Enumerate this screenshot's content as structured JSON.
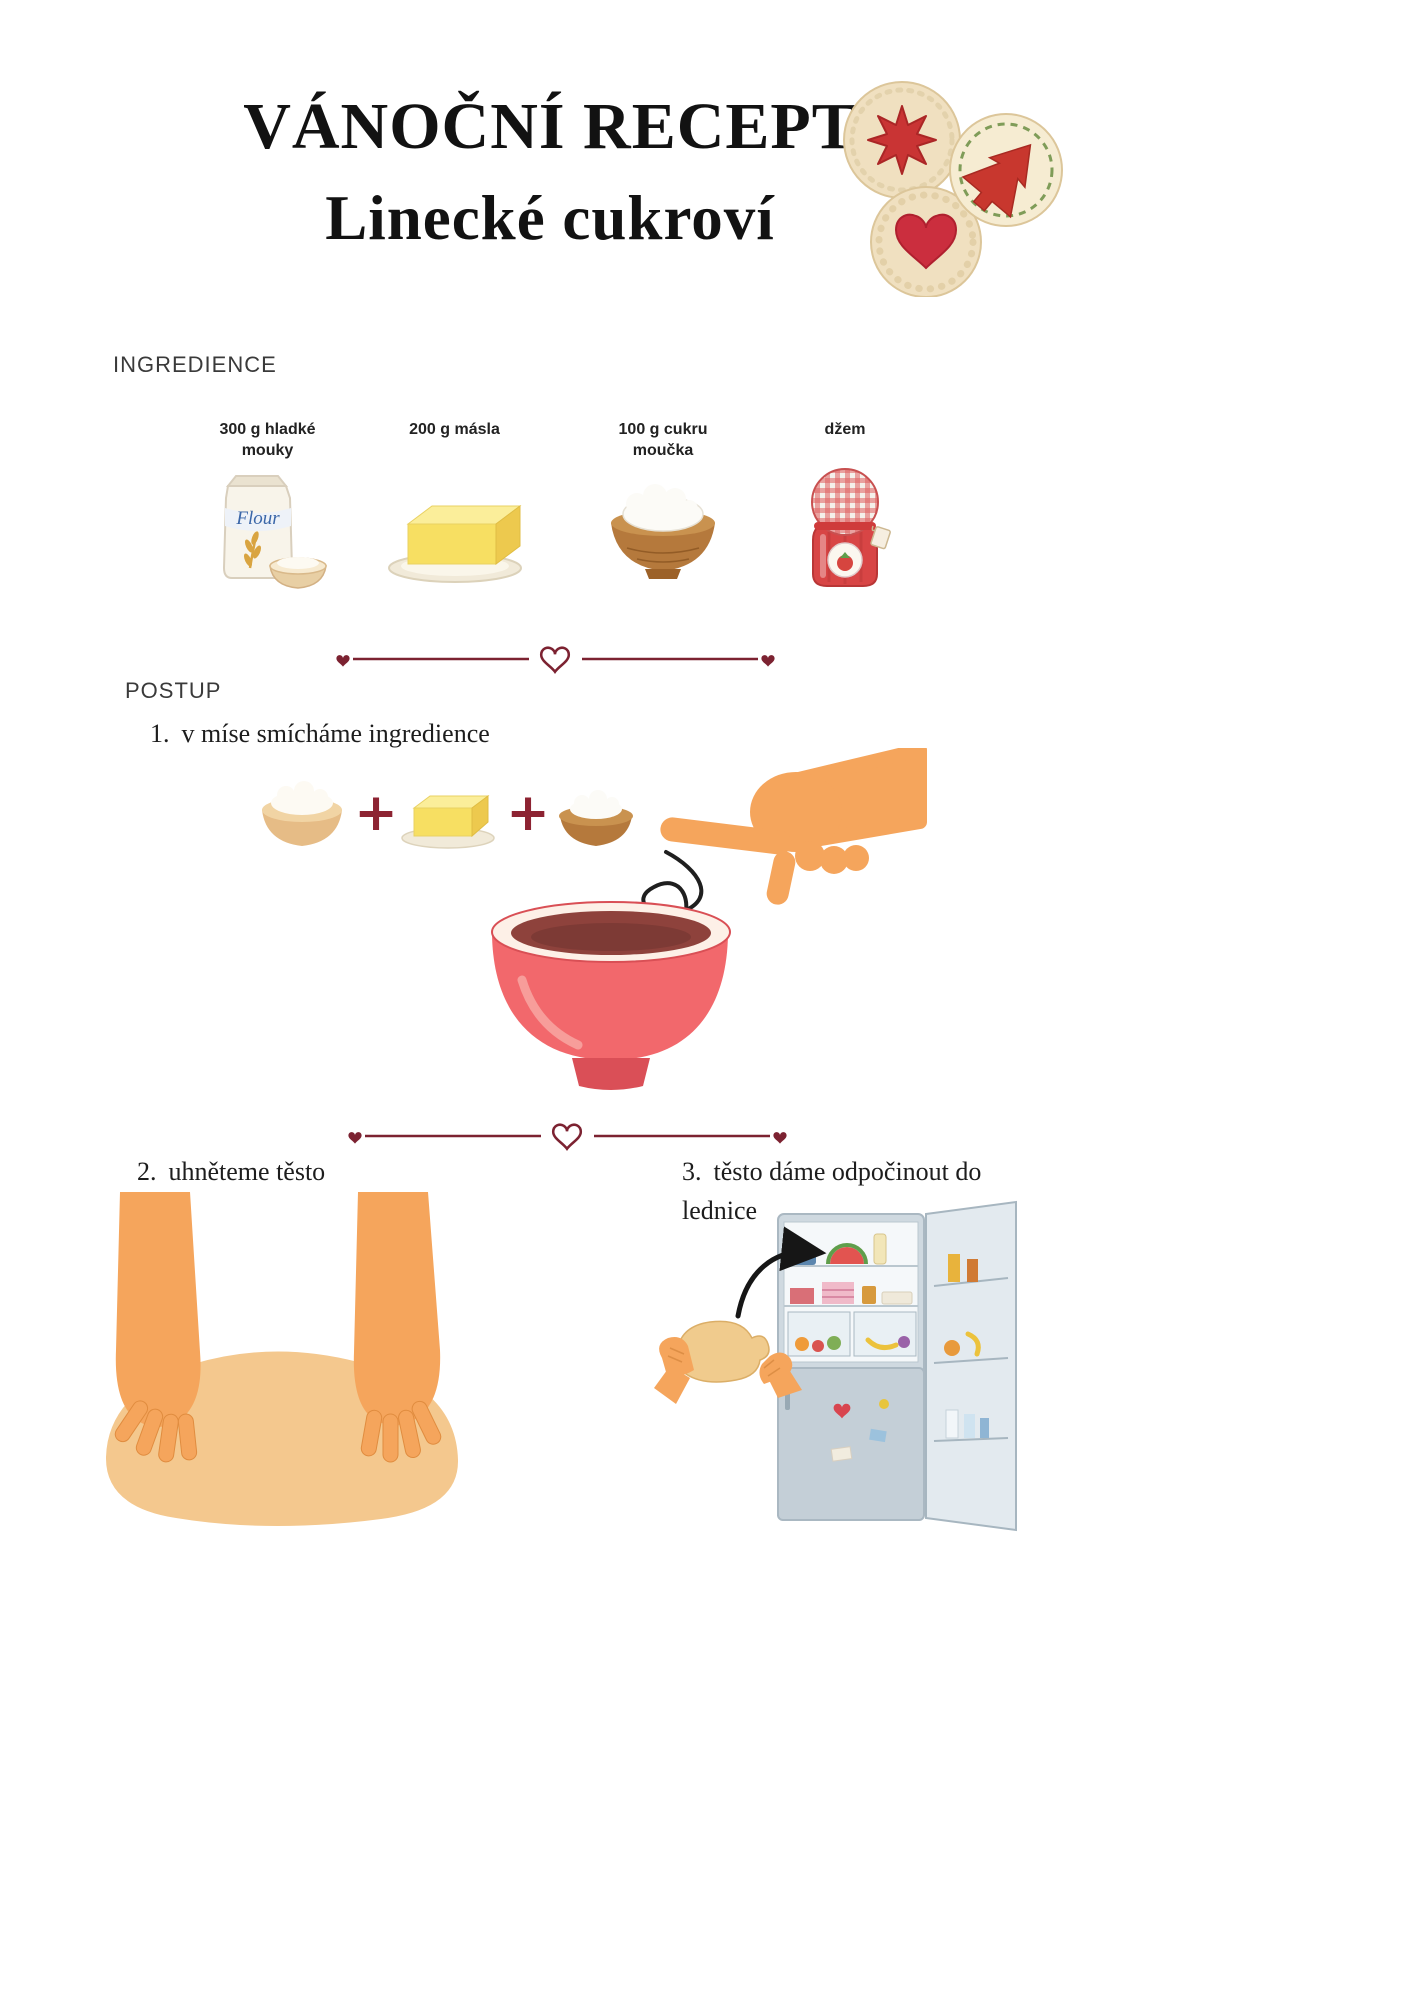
{
  "header": {
    "title_line1": "VÁNOČNÍ RECEPT",
    "title_line2": "Linecké cukroví",
    "cookies_illustration": [
      "star-cookie",
      "tree-cookie",
      "heart-cookie"
    ]
  },
  "ingredients": {
    "heading": "INGREDIENCE",
    "items": [
      {
        "label": "300 g hladké mouky",
        "icon": "flour-bag-icon",
        "bag_text": "Flour"
      },
      {
        "label": "200 g másla",
        "icon": "butter-icon"
      },
      {
        "label": "100 g cukru moučka",
        "icon": "sugar-bowl-icon"
      },
      {
        "label": "džem",
        "icon": "jam-jar-icon"
      }
    ]
  },
  "steps": {
    "heading": "POSTUP",
    "plus_sign": "+",
    "items": [
      {
        "number": "1.",
        "text": "v míse smícháme ingredience",
        "icons": [
          "flour-bowl",
          "plus",
          "butter",
          "plus",
          "powdered-sugar-bowl",
          "pointing-hand",
          "swirl-arrow",
          "red-mixing-bowl"
        ]
      },
      {
        "number": "2.",
        "text": "uhněteme těsto",
        "icons": [
          "hands-kneading-dough"
        ]
      },
      {
        "number": "3.",
        "text": "těsto dáme odpočinout do lednice",
        "icons": [
          "hands-holding-dough",
          "curved-arrow",
          "open-refrigerator"
        ]
      }
    ]
  },
  "divider": {
    "ornament": "heart",
    "color": "#7c2231"
  },
  "colors": {
    "accent": "#7c2231",
    "cookie_red": "#c93434",
    "hand_orange": "#f5a55c",
    "dough": "#f4c88e",
    "mixing_bowl_red": "#f2686c",
    "butter_yellow": "#f7df62",
    "wood_brown": "#b5793c"
  }
}
